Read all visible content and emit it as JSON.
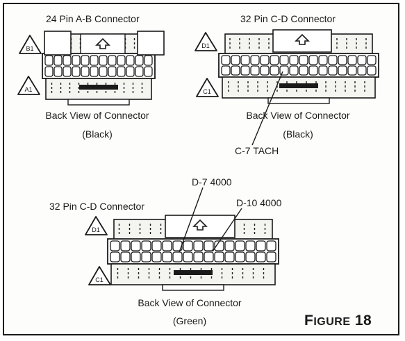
{
  "colors": {
    "ink": "#1a1a1a",
    "paper": "#fdfdfc",
    "connector_fill": "#f4f4f0"
  },
  "connector_ab": {
    "title": "24 Pin A-B Connector",
    "tags": [
      "B1",
      "A1"
    ],
    "view_label": "Back View of Connector",
    "color_label": "(Black)"
  },
  "connector_cd_black": {
    "title": "32 Pin C-D Connector",
    "tags": [
      "D1",
      "C1"
    ],
    "view_label": "Back View of Connector",
    "color_label": "(Black)",
    "callout": "C-7 TACH"
  },
  "connector_cd_green": {
    "title": "32 Pin C-D Connector",
    "tags": [
      "D1",
      "C1"
    ],
    "callouts": [
      "D-7 4000",
      "D-10 4000"
    ],
    "view_label": "Back View of Connector",
    "color_label": "(Green)"
  },
  "figure": {
    "word": "FIGURE",
    "number": "18"
  }
}
